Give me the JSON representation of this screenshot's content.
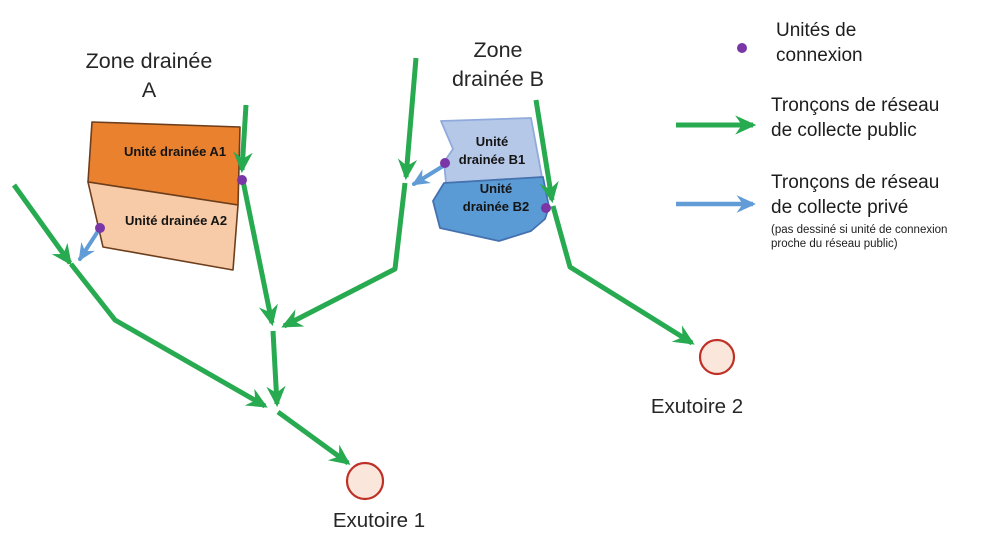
{
  "diagram": {
    "zone_a": {
      "title": "Zone drainée\nA",
      "unit_a1": "Unité drainée A1",
      "unit_a2": "Unité drainée A2"
    },
    "zone_b": {
      "title": "Zone\ndrainée B",
      "unit_b1": "Unité\ndrainée B1",
      "unit_b2": "Unité\ndrainée B2"
    },
    "outlet_1": "Exutoire 1",
    "outlet_2": "Exutoire 2"
  },
  "legend": {
    "connection_label": "Unités de\nconnexion",
    "public_label": "Tronçons de réseau\nde collecte public",
    "private_label": "Tronçons de réseau\nde collecte privé",
    "private_note": "(pas dessiné si unité de connexion\nproche du réseau public)"
  },
  "colors": {
    "public": "#27AA50",
    "private": "#619CD6",
    "connection": "#7A35A6",
    "a1_fill": "#E9812E",
    "a2_fill": "#F7CBA7",
    "a_stroke": "#6E3E1C",
    "b1_fill": "#B6C8E8",
    "b1_stroke": "#8FAADC",
    "b2_fill": "#5B9BD5",
    "b2_stroke": "#4472B0",
    "outlet_fill": "#FAE6DA",
    "outlet_stroke": "#BF3026",
    "text": "#262626"
  }
}
